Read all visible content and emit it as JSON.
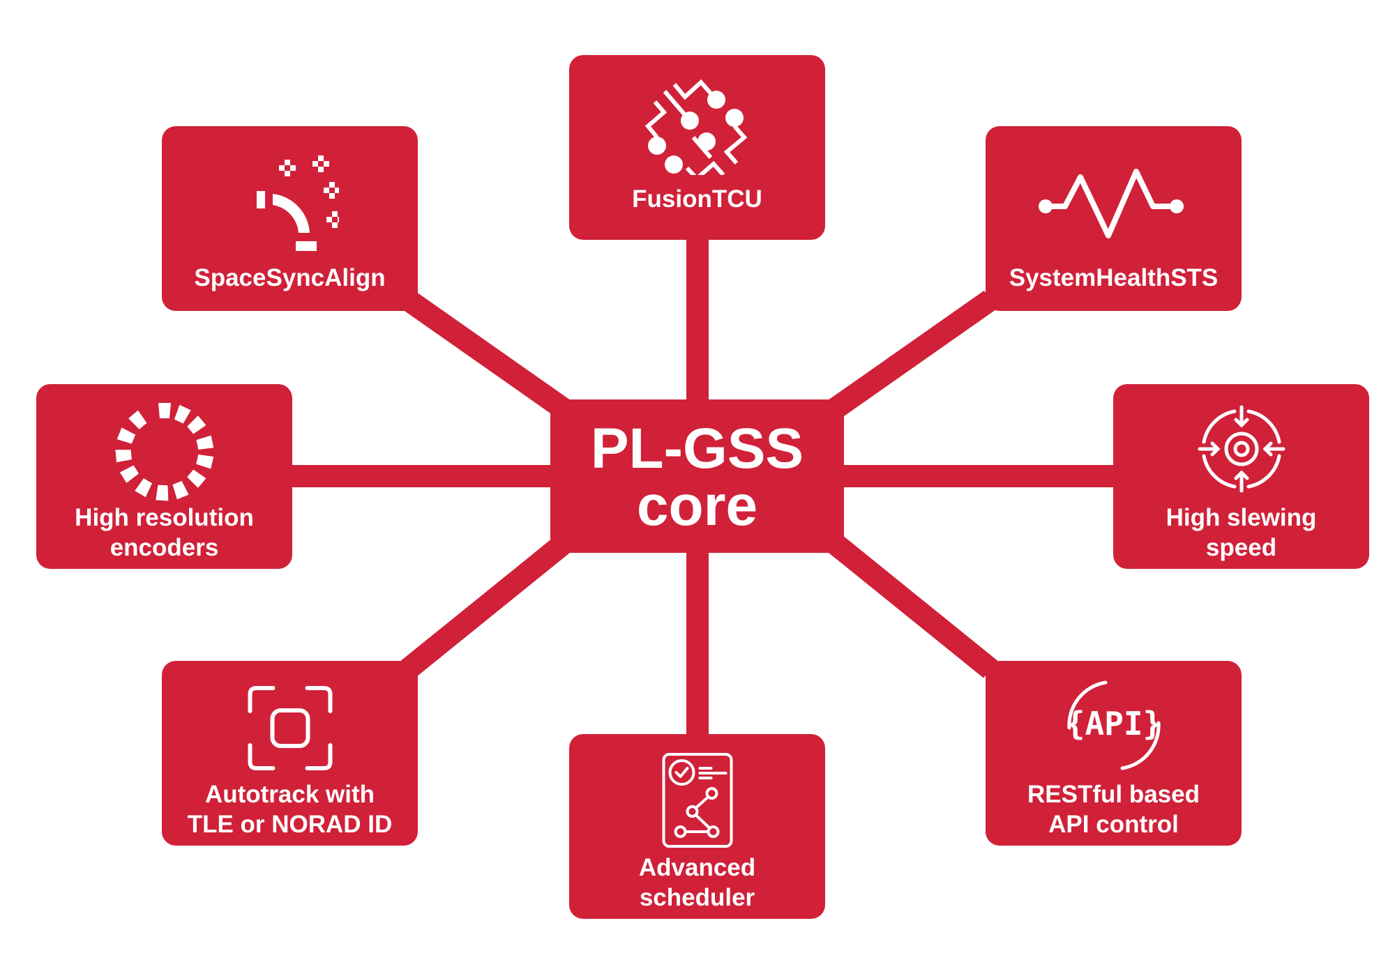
{
  "diagram": {
    "accent_color": "#D02139",
    "background_color": "#FFFFFF",
    "text_color": "#FFFFFF",
    "center": {
      "line1": "PL-GSS",
      "line2": "core"
    },
    "nodes": [
      {
        "id": "fusiontcu",
        "position": "top",
        "icon": "circuit-icon",
        "lines": [
          "FusionTCU"
        ]
      },
      {
        "id": "spacesyncalign",
        "position": "top-left",
        "icon": "satellite-dish-stars-icon",
        "lines": [
          "SpaceSyncAlign"
        ]
      },
      {
        "id": "systemhealthsts",
        "position": "top-right",
        "icon": "pulse-icon",
        "lines": [
          "SystemHealthSTS"
        ]
      },
      {
        "id": "encoders",
        "position": "left",
        "icon": "dashed-ring-icon",
        "lines": [
          "High resolution",
          "encoders"
        ]
      },
      {
        "id": "slewing",
        "position": "right",
        "icon": "target-arrows-icon",
        "lines": [
          "High slewing",
          "speed"
        ]
      },
      {
        "id": "autotrack",
        "position": "bottom-left",
        "icon": "focus-frame-icon",
        "lines": [
          "Autotrack with",
          "TLE or NORAD ID"
        ]
      },
      {
        "id": "scheduler",
        "position": "bottom",
        "icon": "document-route-icon",
        "lines": [
          "Advanced",
          "scheduler"
        ]
      },
      {
        "id": "restapi",
        "position": "bottom-right",
        "icon": "api-braces-icon",
        "lines": [
          "RESTful based",
          "API control"
        ]
      }
    ]
  }
}
